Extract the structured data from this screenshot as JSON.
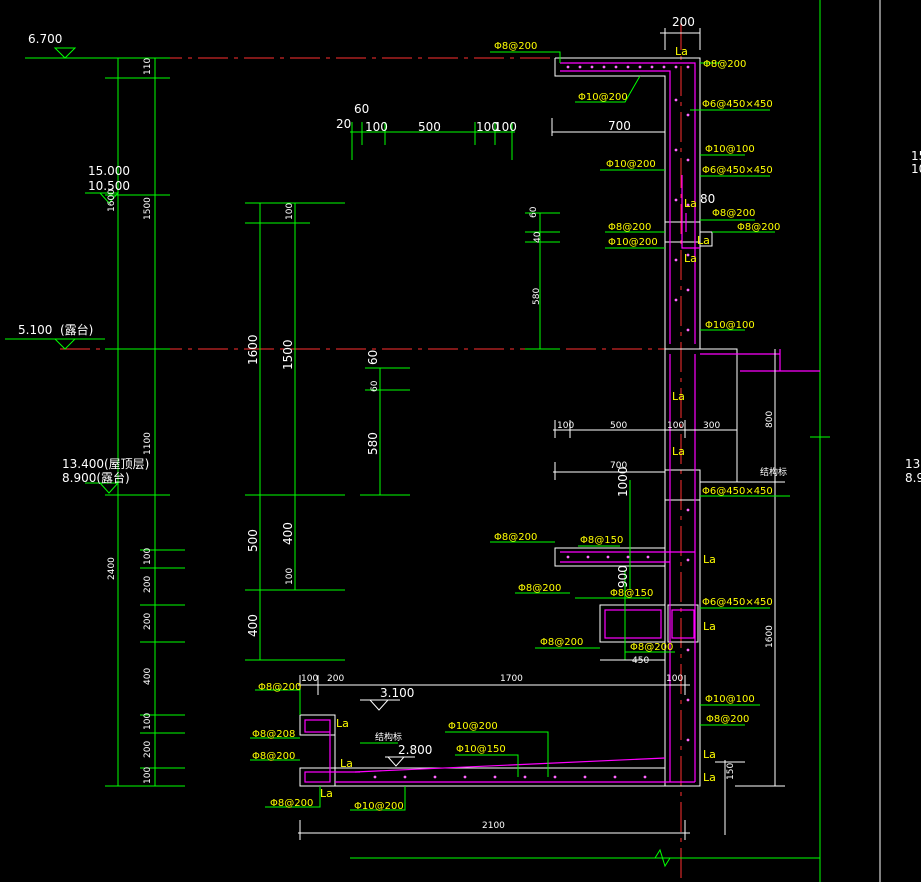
{
  "elevations": {
    "top": "6.700",
    "left_a": "15.000",
    "left_b": "10.500",
    "mid": "5.100",
    "mid_suffix": "(露台)",
    "left_c": "13.400(屋顶层)",
    "left_d": "8.900(露台)",
    "bottom_a": "3.100",
    "bottom_b": "2.800",
    "right_a": "15",
    "right_b": "10",
    "right_c": "13.",
    "right_d": "8.9"
  },
  "dims": {
    "top_width": "200",
    "d60": "60",
    "d20": "20",
    "d100a": "100",
    "d500a": "500",
    "d100b": "100",
    "d100c": "100",
    "d700a": "700",
    "d80": "80",
    "d60b": "60",
    "d40": "40",
    "d580a": "580",
    "v100a": "100",
    "v1600a": "1600",
    "v1500a": "1500",
    "v60": "60",
    "v60b": "60",
    "v580": "580",
    "v500": "500",
    "v400a": "400",
    "v100b": "100",
    "v400b": "400",
    "m100a": "100",
    "m500": "500",
    "m100b": "100",
    "m300": "300",
    "m800": "800",
    "m700": "700",
    "m1000": "1000",
    "m900": "900",
    "m450": "450",
    "m1600": "1600",
    "b100a": "100",
    "b200": "200",
    "b1700": "1700",
    "b100b": "100",
    "b2100": "2100",
    "b150": "150",
    "l110": "110",
    "l1600": "1600",
    "l1500": "1500",
    "l1100": "1100",
    "l2400": "2400",
    "l100a": "100",
    "l200a": "200",
    "l200b": "200",
    "l400": "400",
    "l100b": "100",
    "l200c": "200",
    "l100c": "100"
  },
  "rebar": {
    "r1": "Φ8@200",
    "r2": "Φ8@200",
    "r3": "Φ10@200",
    "r4": "Φ6@450×450",
    "r5": "Φ10@100",
    "r6": "Φ10@200",
    "r7": "Φ6@450×450",
    "r8": "Φ8@200",
    "r9": "Φ8@200",
    "r10": "Φ8@200",
    "r11": "Φ10@200",
    "r12": "Φ10@100",
    "r13": "Φ6@450×450",
    "r14": "Φ8@200",
    "r15": "Φ8@150",
    "r16": "Φ8@200",
    "r17": "Φ8@150",
    "r18": "Φ6@450×450",
    "r19": "Φ8@200",
    "r20": "Φ8@200",
    "r21": "Φ10@100",
    "r22": "Φ8@200",
    "r23": "Φ8@200",
    "r24": "Φ10@200",
    "r25": "Φ8@208",
    "r26": "Φ10@150",
    "r27": "Φ8@200",
    "r28": "Φ8@200",
    "r29": "Φ10@200"
  },
  "la": {
    "la1": "La",
    "la2": "La",
    "la3": "La",
    "la4": "La",
    "la5": "La",
    "la6": "La",
    "la7": "La",
    "la8": "La",
    "la9": "La",
    "la10": "La",
    "la11": "La",
    "la12": "La",
    "la13": "La"
  },
  "notes": {
    "n1": "结构标",
    "n2": "结构标"
  },
  "colors": {
    "dimension_line": "#00ff00",
    "rebar_line": "#ff00ff",
    "axis_line": "#ff3030",
    "outline": "#ffffff",
    "rebar_text": "#ffff00"
  }
}
